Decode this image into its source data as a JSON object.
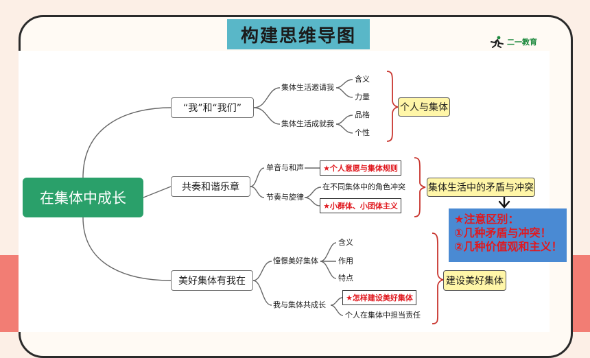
{
  "header": {
    "title": "构建思维导图",
    "logo_text": "二一教育"
  },
  "mindmap": {
    "root": "在集体中成长",
    "branches": [
      {
        "label": "“我”和“我们”",
        "subs": [
          {
            "label": "集体生活邀请我",
            "leaves": [
              "含义",
              "力量"
            ]
          },
          {
            "label": "集体生活成就我",
            "leaves": [
              "品格",
              "个性"
            ]
          }
        ],
        "summary": "个人与集体"
      },
      {
        "label": "共奏和谐乐章",
        "subs": [
          {
            "label": "单音与和声",
            "leaves": [
              "★个人意愿与集体规则"
            ]
          },
          {
            "label": "节奏与旋律",
            "leaves": [
              "在不同集体中的角色冲突",
              "★小群体、小团体主义"
            ]
          }
        ],
        "summary": "集体生活中的矛盾与冲突"
      },
      {
        "label": "美好集体有我在",
        "subs": [
          {
            "label": "憧憬美好集体",
            "leaves": [
              "含义",
              "作用",
              "特点"
            ]
          },
          {
            "label": "我与集体共成长",
            "leaves": [
              "★怎样建设美好集体",
              "个人在集体中担当责任"
            ]
          }
        ],
        "summary": "建设美好集体"
      }
    ]
  },
  "note": {
    "lines": [
      "★注意区别：",
      "①几种矛盾与冲突！",
      "②几种价值观和主义！"
    ]
  },
  "colors": {
    "root": "#2aa06a",
    "highlight": "#e0191f",
    "summary_bg": "#fff6a8",
    "note_bg": "#4a8ad3",
    "title_bg": "#59b7c8"
  }
}
